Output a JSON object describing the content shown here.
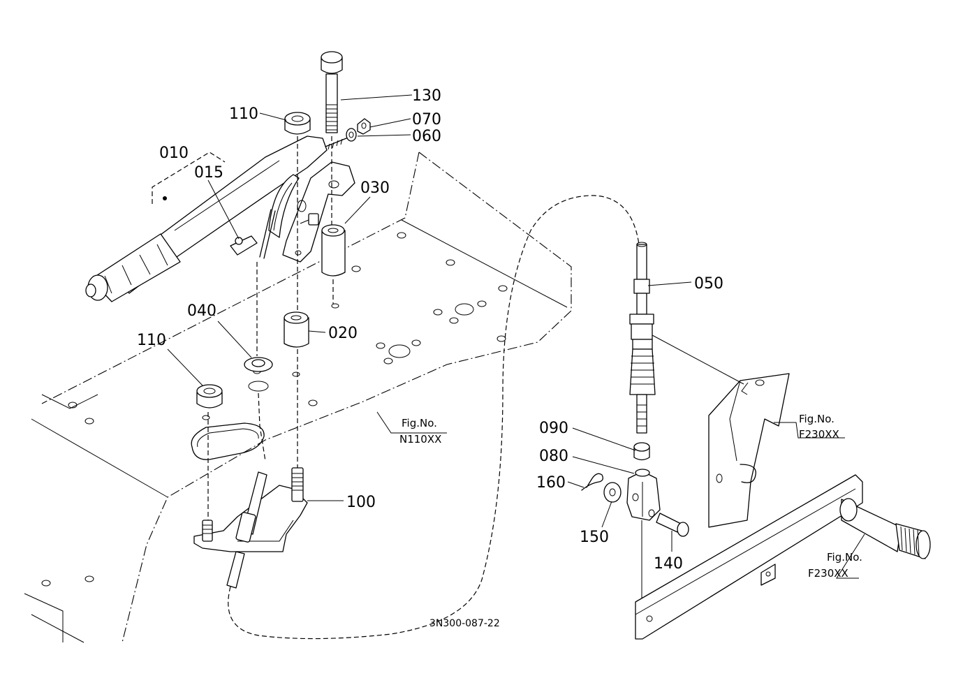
{
  "drawing": {
    "code": "3N300-087-22"
  },
  "callouts": [
    {
      "id": "p010",
      "label": "010"
    },
    {
      "id": "p015",
      "label": "015"
    },
    {
      "id": "p020",
      "label": "020"
    },
    {
      "id": "p030",
      "label": "030"
    },
    {
      "id": "p040",
      "label": "040"
    },
    {
      "id": "p050",
      "label": "050"
    },
    {
      "id": "p060",
      "label": "060"
    },
    {
      "id": "p070",
      "label": "070"
    },
    {
      "id": "p080",
      "label": "080"
    },
    {
      "id": "p090",
      "label": "090"
    },
    {
      "id": "p100",
      "label": "100"
    },
    {
      "id": "p110a",
      "label": "110"
    },
    {
      "id": "p110b",
      "label": "110"
    },
    {
      "id": "p130",
      "label": "130"
    },
    {
      "id": "p140",
      "label": "140"
    },
    {
      "id": "p150",
      "label": "150"
    },
    {
      "id": "p160",
      "label": "160"
    }
  ],
  "figure_refs": [
    {
      "id": "ref-n110",
      "line1": "Fig.No.",
      "line2": "N110XX"
    },
    {
      "id": "ref-f230-upper",
      "line1": "Fig.No.",
      "line2": "F230XX"
    },
    {
      "id": "ref-f230-lower",
      "line1": "Fig.No.",
      "line2": "F230XX"
    }
  ]
}
